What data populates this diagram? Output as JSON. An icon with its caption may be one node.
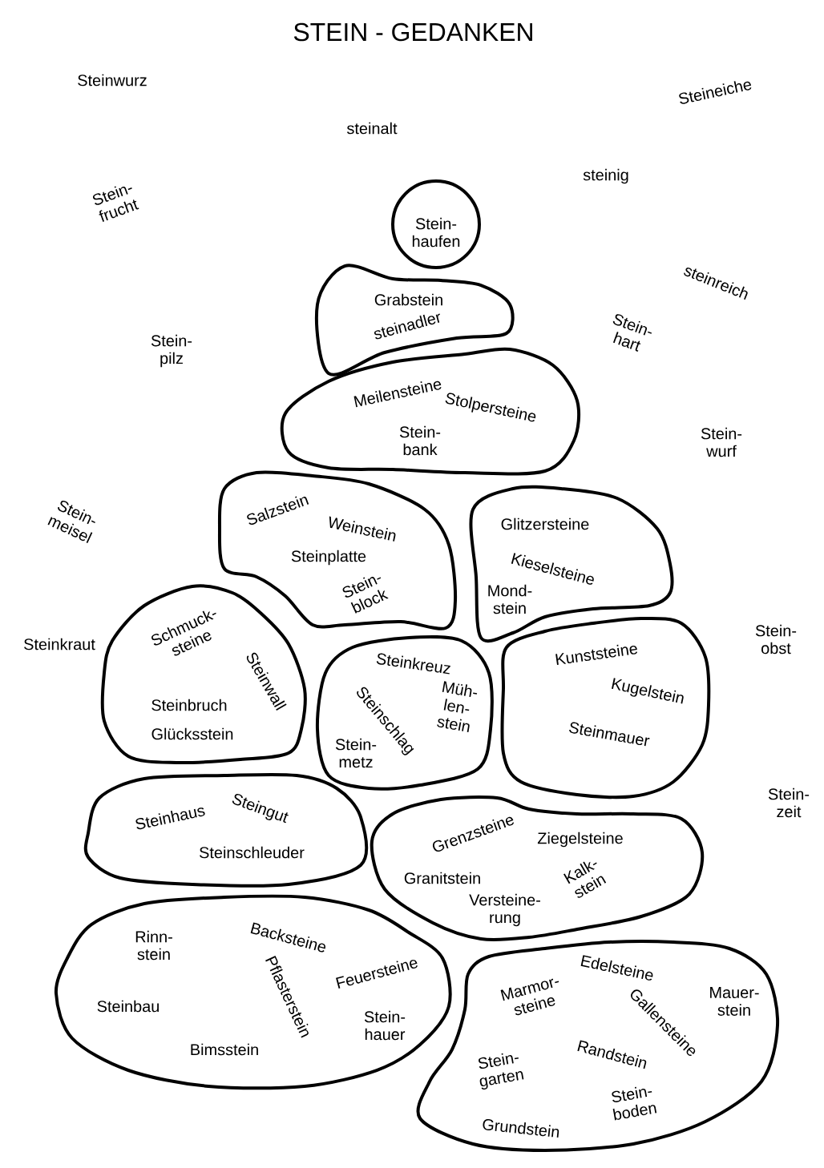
{
  "diagram": {
    "title": "STEIN - GEDANKEN",
    "nodes": [
      {
        "text": [
          "Stein- haufen"
        ]
      },
      {
        "text": [
          "Grabstein",
          "steinadler"
        ]
      },
      {
        "text": [
          "Meilensteine",
          "Stolpersteine",
          "Stein- bank"
        ]
      },
      {
        "text": [
          "Salzstein",
          "Weinstein",
          "Steinplatte",
          "Stein- block"
        ]
      },
      {
        "text": [
          "Glitzersteine",
          "Kieselsteine",
          "Mond- stein"
        ]
      },
      {
        "text": [
          "Schmuck- steine",
          "Steinwall",
          "Steinbruch",
          "Glücksstein"
        ]
      },
      {
        "text": [
          "Steinkreuz",
          "Steinschlag",
          "Müh- len- stein",
          "Stein- metz"
        ]
      },
      {
        "text": [
          "Kunststeine",
          "Kugelstein",
          "Steinmauer"
        ]
      },
      {
        "text": [
          "Steinhaus",
          "Steingut",
          "Steinschleuder"
        ]
      },
      {
        "text": [
          "Grenzsteine",
          "Ziegelsteine",
          "Granitstein",
          "Kalk- stein",
          "Versteine- rung"
        ]
      },
      {
        "text": [
          "Rinn- stein",
          "Backsteine",
          "Pflasterstein",
          "Feuersteine",
          "Steinbau",
          "Stein- hauer",
          "Bimsstein"
        ]
      },
      {
        "text": [
          "Edelsteine",
          "Marmor- steine",
          "Gallensteine",
          "Mauer- stein",
          "Randstein",
          "Stein- garten",
          "Stein- boden",
          "Grundstein"
        ]
      }
    ],
    "labels": [
      "Steinwurz",
      "steinalt",
      "Steineiche",
      "Stein- frucht",
      "steinig",
      "steinreich",
      "Stein- pilz",
      "Stein- hart",
      "Stein- wurf",
      "Stein- meisel",
      "Steinkraut",
      "Stein- obst",
      "Stein- zeit"
    ]
  }
}
